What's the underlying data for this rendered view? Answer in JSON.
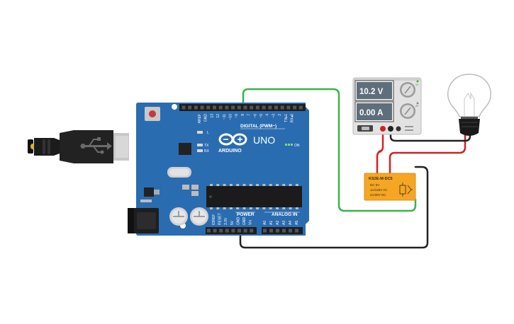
{
  "board": {
    "model": "UNO",
    "brand": "ARDUINO",
    "header_digital": "DIGITAL (PWM~)",
    "power_label": "POWER",
    "analog_label": "ANALOG IN",
    "on_label": "ON",
    "led_l": "L",
    "led_tx": "TX",
    "led_rx": "RX",
    "digital_pins": [
      "AREF",
      "GND",
      "13",
      "12",
      "~11",
      "~10",
      "~9",
      "8",
      "7",
      "~6",
      "~5",
      "4",
      "~3",
      "2",
      "TX▸1",
      "RX◂0"
    ],
    "power_pins": [
      "IOREF",
      "RESET",
      "3.3V",
      "5V",
      "GND",
      "GND",
      "Vin"
    ],
    "analog_pins": [
      "A0",
      "A1",
      "A2",
      "A3",
      "A4",
      "A5"
    ]
  },
  "power_supply": {
    "voltage_display": "10.2 V",
    "current_display": "0.00 A",
    "knob_v_label": "V+",
    "knob_a_label": "A+"
  },
  "relay": {
    "part": "KS2E-M-DC5",
    "line1": "DC 5V",
    "line2": "1A/125V AC",
    "line3": "2A/30V DC"
  },
  "colors": {
    "board": "#2a6cb0",
    "wire_green": "#3ab34a",
    "wire_red": "#d42020",
    "wire_black": "#222222",
    "relay": "#f5a623",
    "display": "#5e6e7a"
  }
}
